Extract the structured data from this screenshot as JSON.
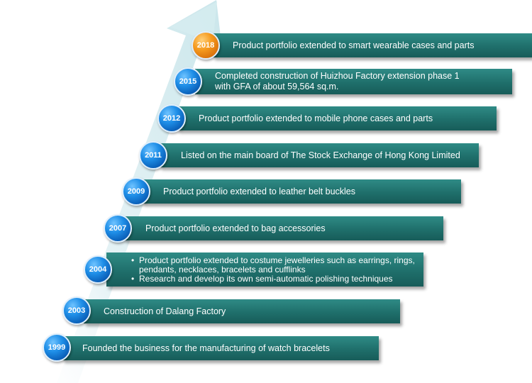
{
  "milestones": [
    {
      "year": "2018",
      "text": "Product portfolio extended to smart wearable cases and parts",
      "highlight": true
    },
    {
      "year": "2015",
      "lines": [
        "Completed construction of Huizhou Factory extension phase 1",
        "with GFA of about 59,564 sq.m."
      ]
    },
    {
      "year": "2012",
      "text": "Product portfolio extended to mobile phone cases and parts"
    },
    {
      "year": "2011",
      "text": "Listed on the main board of The Stock Exchange of Hong Kong Limited"
    },
    {
      "year": "2009",
      "text": "Product portfolio extended to leather belt buckles"
    },
    {
      "year": "2007",
      "text": "Product portfolio extended to bag accessories"
    },
    {
      "year": "2004",
      "bullets": [
        "Product portfolio extended to costume jewelleries such as earrings, rings, pendants, necklaces, bracelets and cufflinks",
        "Research and develop its own semi-automatic polishing techniques"
      ]
    },
    {
      "year": "2003",
      "text": "Construction of Dalang Factory"
    },
    {
      "year": "1999",
      "text": "Founded the business for the manufacturing of watch bracelets"
    }
  ],
  "colors": {
    "bar": "#1f6f6b",
    "circle": "#1f8fe8",
    "highlight": "#f59a1e",
    "arrow": "#cfe8ec"
  }
}
